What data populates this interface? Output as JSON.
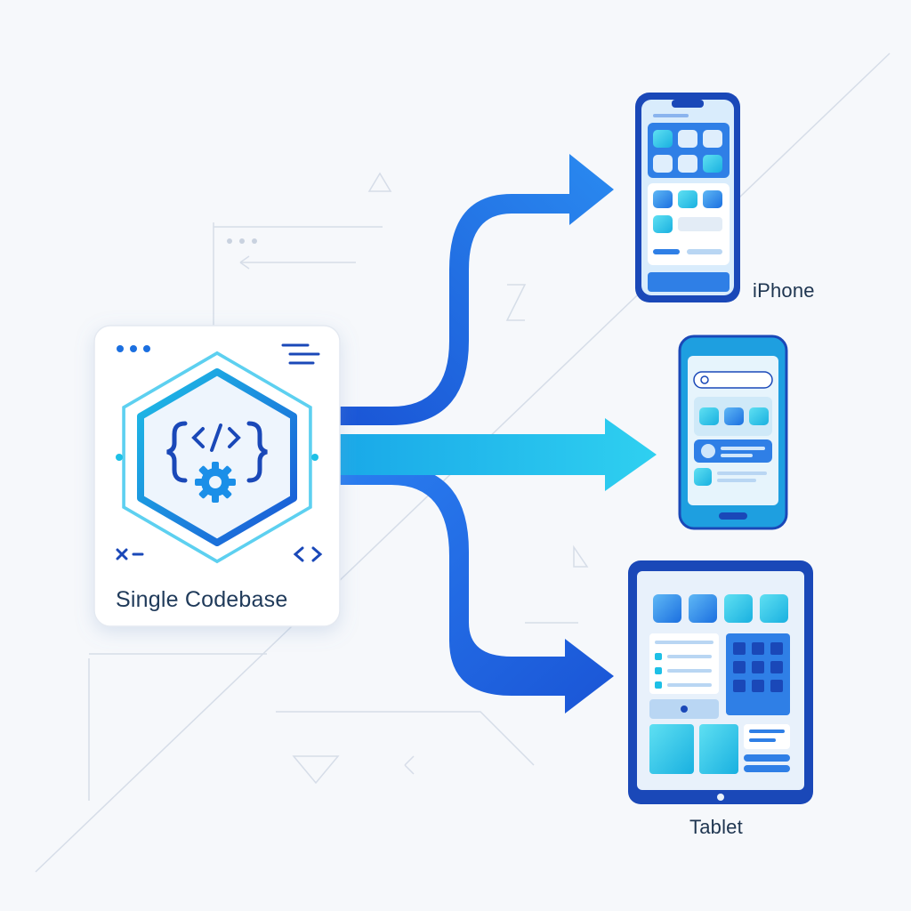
{
  "source": {
    "title": "Single Codebase",
    "icon": "code-gear-icon"
  },
  "targets": [
    {
      "id": "iphone",
      "label": "iPhone",
      "icon": "iphone-icon"
    },
    {
      "id": "android",
      "label": "",
      "icon": "android-phone-icon"
    },
    {
      "id": "tablet",
      "label": "Tablet",
      "icon": "tablet-icon"
    }
  ],
  "colors": {
    "background": "#f6f8fb",
    "primary_blue": "#1565e0",
    "accent_cyan": "#1ec0e6",
    "dark_outline": "#1a48b8",
    "text": "#1e3550"
  }
}
